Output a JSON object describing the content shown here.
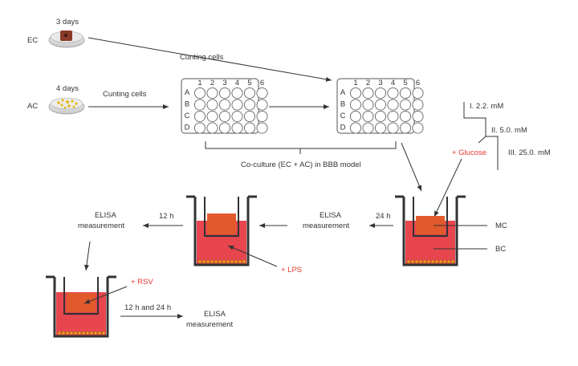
{
  "labels": {
    "ec": "EC",
    "ac": "AC",
    "ec_days": "3 days",
    "ac_days": "4 days",
    "cunting_top": "Cunting cells",
    "cunting_mid": "Cunting cells",
    "coculture": "Co-culture (EC + AC) in BBB model",
    "glucose": "+ Glucose",
    "conc": [
      "I. 2.2. mM",
      "II. 5.0. mM",
      "III. 25.0. mM"
    ],
    "mc": "MC",
    "bc": "BC",
    "t24": "24 h",
    "t12": "12 h",
    "t12_24": "12 h and 24 h",
    "elisa1": [
      "ELISA",
      "measurement"
    ],
    "elisa2": [
      "ELISA",
      "measurement"
    ],
    "elisa3": [
      "ELISA",
      "measurement"
    ],
    "lps": "+ LPS",
    "rsv": "+ RSV"
  },
  "plate": {
    "columns": [
      "1",
      "2",
      "3",
      "4",
      "5",
      "6"
    ],
    "rows": [
      "A",
      "B",
      "C",
      "D"
    ]
  },
  "colors": {
    "medium_upper": "#e25a2c",
    "medium_lower": "#e8464f",
    "accent_red": "#e8382e",
    "cells": "#f0a21e",
    "dish_brown": "#8a3a28"
  }
}
